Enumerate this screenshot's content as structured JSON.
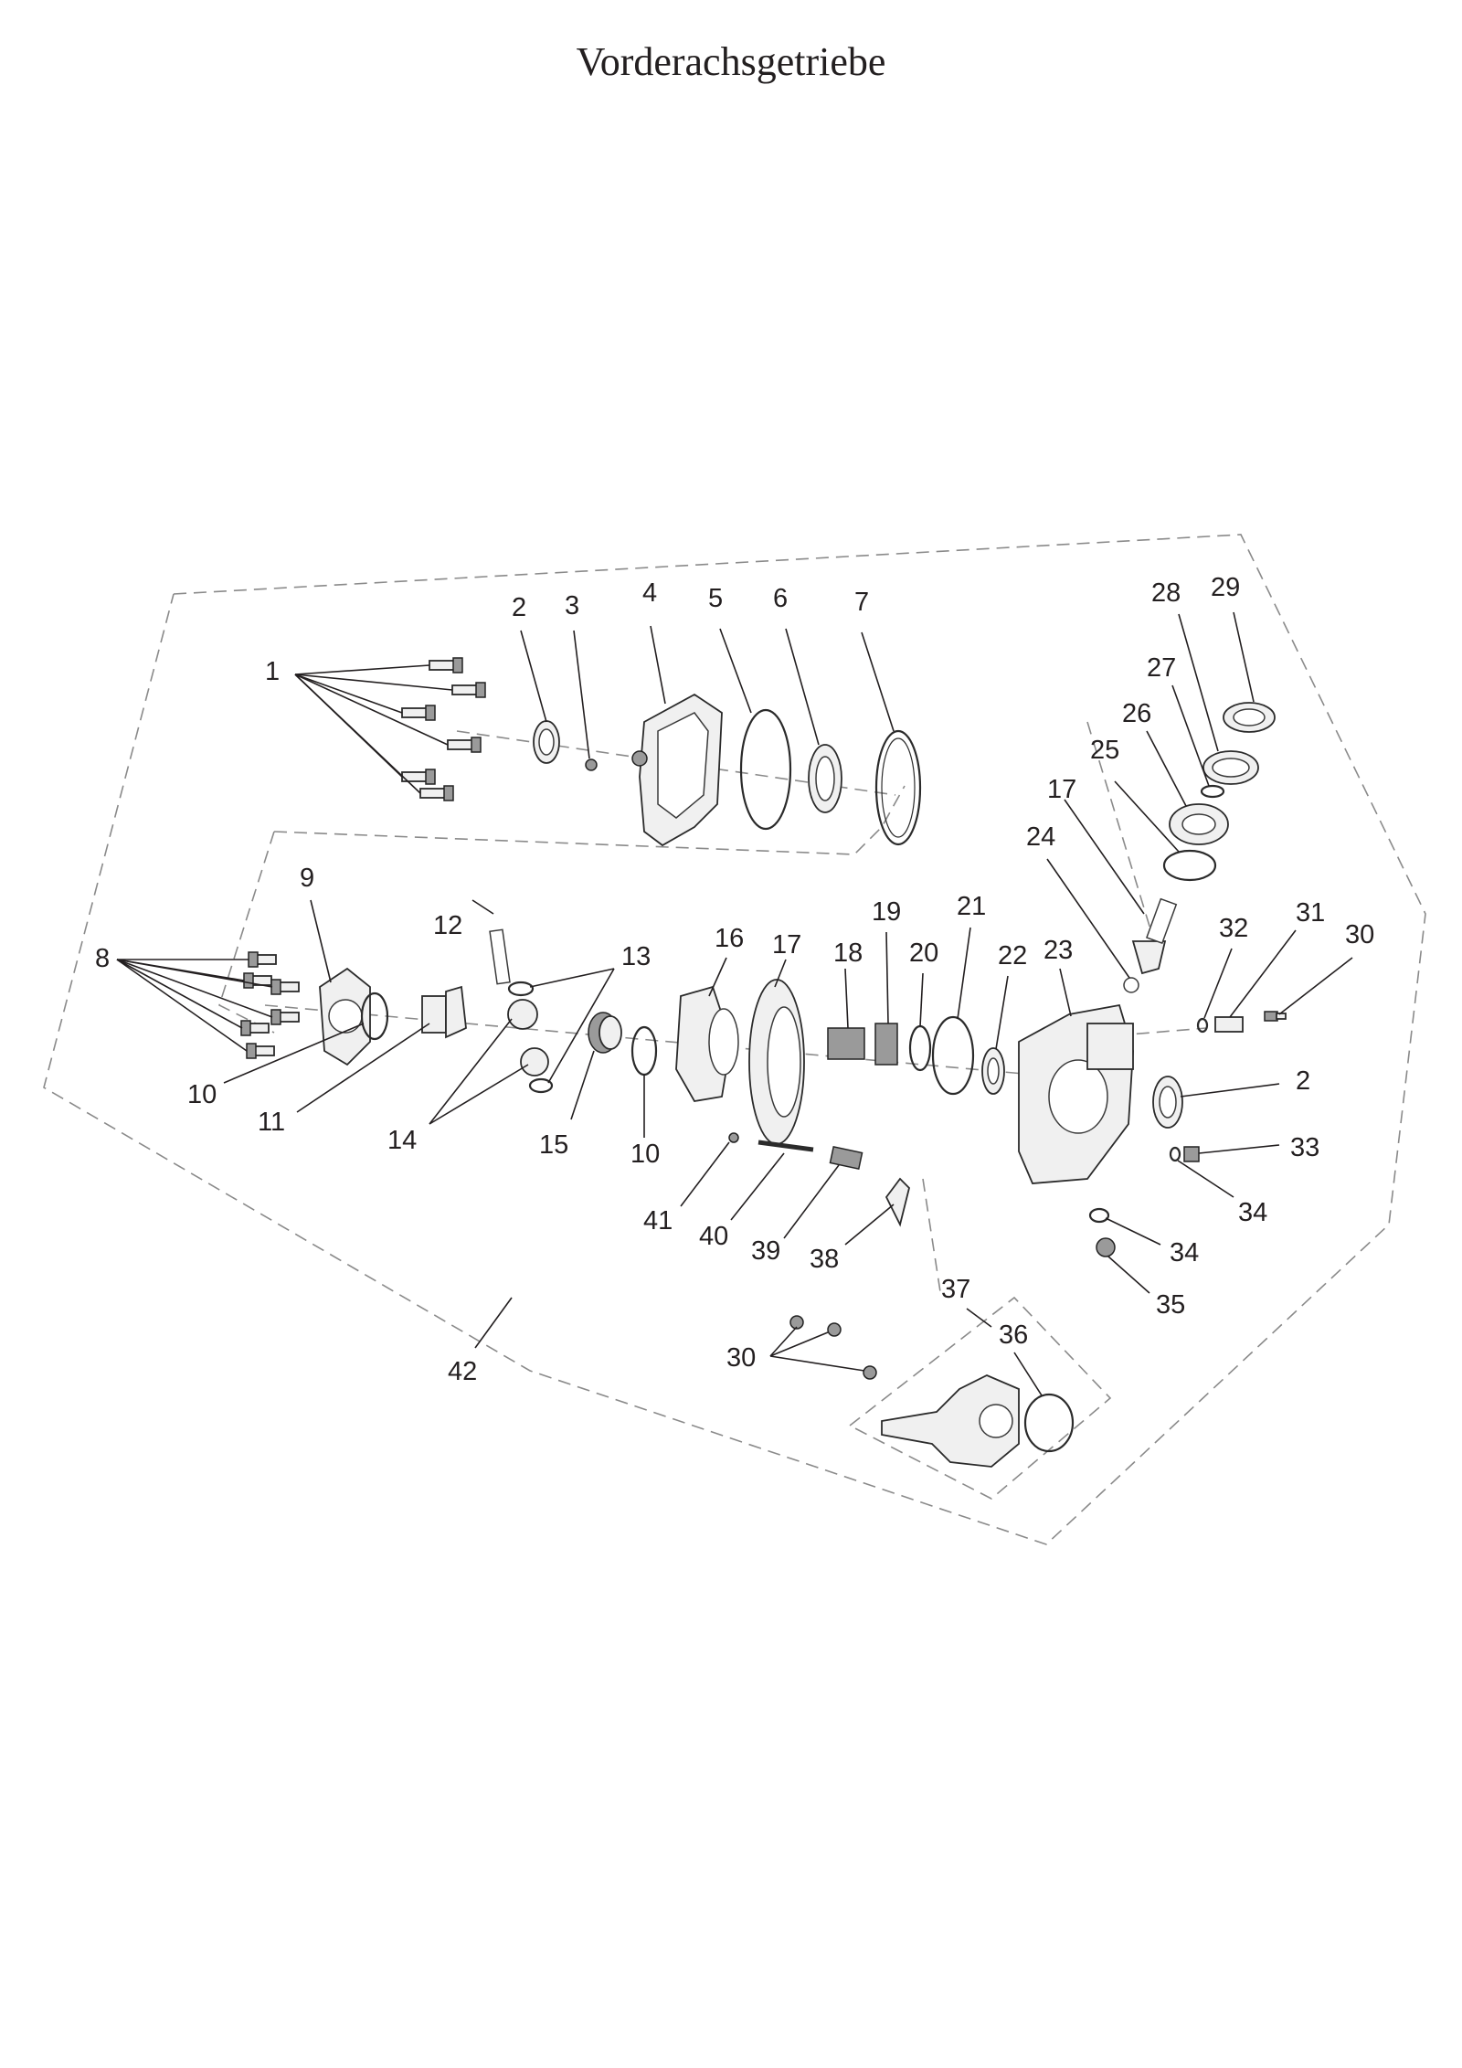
{
  "title": "Vorderachsgetriebe",
  "callouts": [
    {
      "id": "c1",
      "number": "1"
    },
    {
      "id": "c2a",
      "number": "2"
    },
    {
      "id": "c3",
      "number": "3"
    },
    {
      "id": "c4",
      "number": "4"
    },
    {
      "id": "c5",
      "number": "5"
    },
    {
      "id": "c6",
      "number": "6"
    },
    {
      "id": "c7",
      "number": "7"
    },
    {
      "id": "c8",
      "number": "8"
    },
    {
      "id": "c9",
      "number": "9"
    },
    {
      "id": "c10a",
      "number": "10"
    },
    {
      "id": "c10b",
      "number": "10"
    },
    {
      "id": "c11",
      "number": "11"
    },
    {
      "id": "c12",
      "number": "12"
    },
    {
      "id": "c13",
      "number": "13"
    },
    {
      "id": "c14",
      "number": "14"
    },
    {
      "id": "c15",
      "number": "15"
    },
    {
      "id": "c16",
      "number": "16"
    },
    {
      "id": "c17a",
      "number": "17"
    },
    {
      "id": "c17b",
      "number": "17"
    },
    {
      "id": "c18",
      "number": "18"
    },
    {
      "id": "c19",
      "number": "19"
    },
    {
      "id": "c20",
      "number": "20"
    },
    {
      "id": "c21",
      "number": "21"
    },
    {
      "id": "c22",
      "number": "22"
    },
    {
      "id": "c23",
      "number": "23"
    },
    {
      "id": "c24",
      "number": "24"
    },
    {
      "id": "c25",
      "number": "25"
    },
    {
      "id": "c26",
      "number": "26"
    },
    {
      "id": "c27",
      "number": "27"
    },
    {
      "id": "c28",
      "number": "28"
    },
    {
      "id": "c29",
      "number": "29"
    },
    {
      "id": "c2b",
      "number": "2"
    },
    {
      "id": "c30a",
      "number": "30"
    },
    {
      "id": "c31",
      "number": "31"
    },
    {
      "id": "c32",
      "number": "32"
    },
    {
      "id": "c33",
      "number": "33"
    },
    {
      "id": "c34a",
      "number": "34"
    },
    {
      "id": "c34b",
      "number": "34"
    },
    {
      "id": "c35",
      "number": "35"
    },
    {
      "id": "c36",
      "number": "36"
    },
    {
      "id": "c37",
      "number": "37"
    },
    {
      "id": "c38",
      "number": "38"
    },
    {
      "id": "c39",
      "number": "39"
    },
    {
      "id": "c40",
      "number": "40"
    },
    {
      "id": "c41",
      "number": "41"
    },
    {
      "id": "c30b",
      "number": "30"
    },
    {
      "id": "c42",
      "number": "42"
    }
  ]
}
